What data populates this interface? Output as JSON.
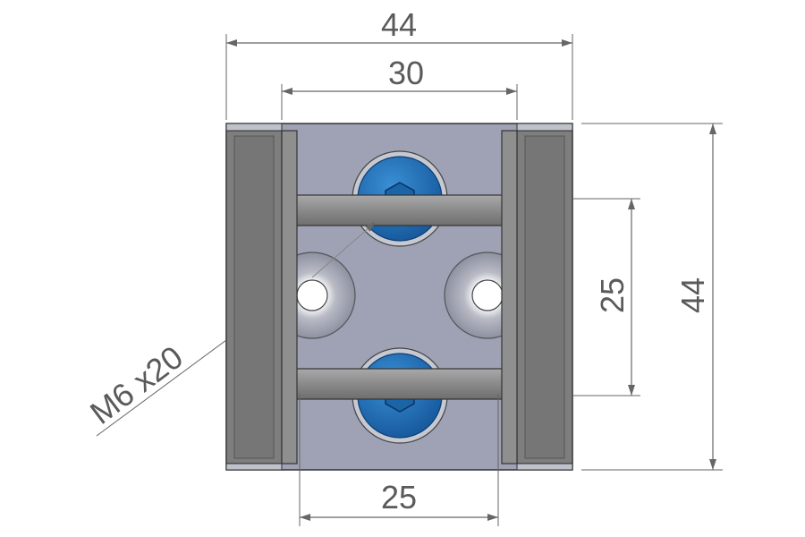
{
  "dimensions": {
    "overall_width": "44",
    "inner_width": "30",
    "bolt_spacing": "25",
    "overall_height": "44",
    "bottom_spacing": "25"
  },
  "callout": {
    "screw_spec": "M6 x20"
  },
  "colors": {
    "block": "#9fa3b5",
    "plate": "#7d7d7d",
    "rod": "#8a8a8a",
    "screw_head": "#1f72b8",
    "dimension_line": "#666666"
  },
  "icons": {
    "screw": "hex-socket-screw-icon",
    "through_hole": "countersunk-hole-icon"
  }
}
